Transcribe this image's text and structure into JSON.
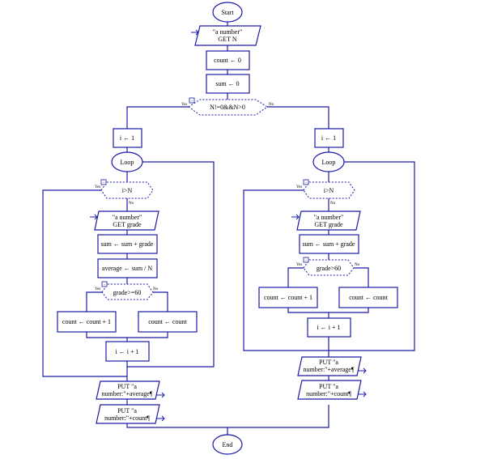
{
  "start": "Start",
  "end": "End",
  "input_n": [
    "\"a number\"",
    "GET N"
  ],
  "count_init": "count ← 0",
  "sum_init": "sum ← 0",
  "main_cond": "N!=0&&N>0",
  "yes": "Yes",
  "no": "No",
  "toggle": "−",
  "left": {
    "i_init": "i ← 1",
    "loop": "Loop",
    "loop_cond": "i>N",
    "input_grade": [
      "\"a number\"",
      "GET grade"
    ],
    "sum_add": "sum ← sum + grade",
    "average": "average ← sum / N",
    "grade_cond": "grade>=60",
    "count_yes": "count ← count + 1",
    "count_no": "count ← count",
    "i_inc": "i ← i + 1",
    "put_average": [
      "PUT \"a",
      "number:\"+average¶"
    ],
    "put_count": [
      "PUT \"a",
      "number:\"+count¶"
    ]
  },
  "right": {
    "i_init": "i ← 1",
    "loop": "Loop",
    "loop_cond": "i>N",
    "input_grade": [
      "\"a number\"",
      "GET grade"
    ],
    "sum_add": "sum ← sum + grade",
    "grade_cond": "grade>60",
    "count_yes": "count ← count + 1",
    "count_no": "count ← count",
    "i_inc": "i ← i + 1",
    "put_average": [
      "PUT \"a",
      "number:\"+average¶"
    ],
    "put_count": [
      "PUT \"a",
      "number:\"+count¶"
    ]
  }
}
